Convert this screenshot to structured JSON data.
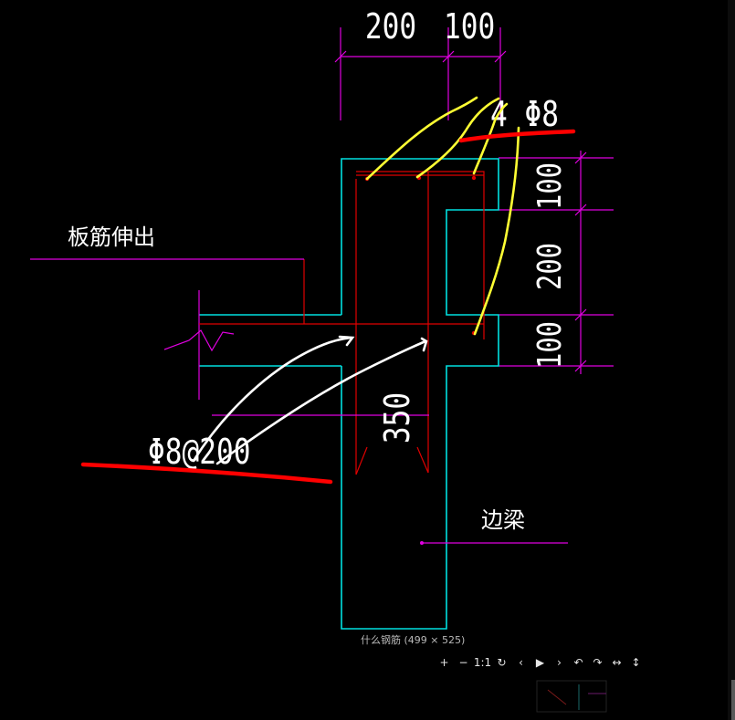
{
  "drawing": {
    "dim_top_left": "200",
    "dim_top_right": "100",
    "dim_right_top": "100",
    "dim_right_mid": "200",
    "dim_right_bottom": "100",
    "dim_beam_width": "350",
    "rebar_top": "4 Φ8",
    "rebar_slab": "Φ8@200",
    "label_slab_extend": "板筋伸出",
    "label_edge_beam": "边梁"
  },
  "viewer": {
    "caption": "什么钢筋 (499 × 525)",
    "tools": [
      {
        "name": "zoom-in-button",
        "glyph": "+"
      },
      {
        "name": "zoom-out-button",
        "glyph": "−"
      },
      {
        "name": "actual-size-button",
        "glyph": "1:1"
      },
      {
        "name": "reset-button",
        "glyph": "↻"
      },
      {
        "name": "previous-button",
        "glyph": "‹"
      },
      {
        "name": "play-button",
        "glyph": "▶"
      },
      {
        "name": "next-button",
        "glyph": "›"
      },
      {
        "name": "rotate-left-button",
        "glyph": "↶"
      },
      {
        "name": "rotate-right-button",
        "glyph": "↷"
      },
      {
        "name": "flip-horizontal-button",
        "glyph": "↔"
      },
      {
        "name": "flip-vertical-button",
        "glyph": "↕"
      }
    ]
  },
  "colors": {
    "background": "#000000",
    "cyan_outline": "#00e0e0",
    "magenta_dim": "#e000e0",
    "red_rebar": "#e00000",
    "yellow_annotation": "#ffff33",
    "white_annotation": "#ffffff",
    "red_underline": "#ff0000"
  }
}
